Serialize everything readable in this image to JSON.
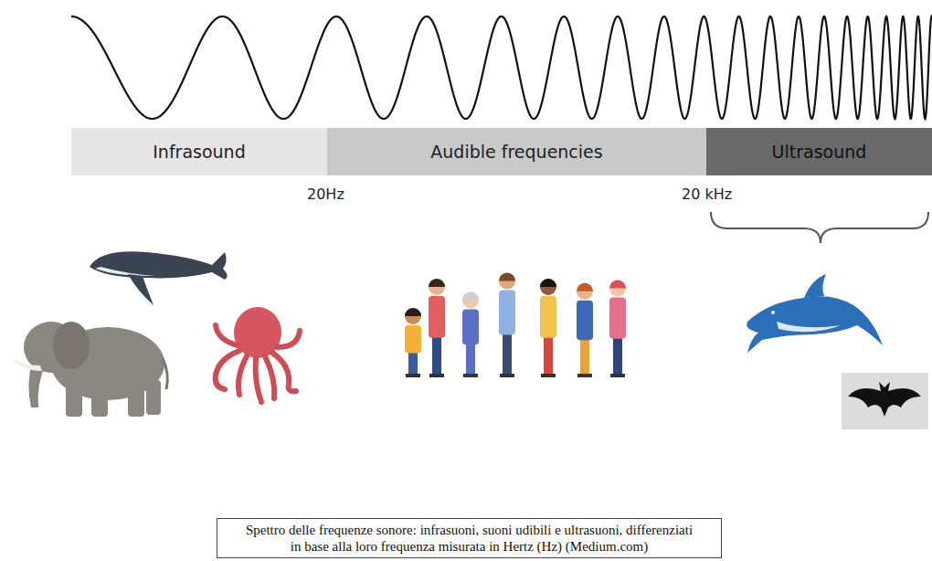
{
  "diagram": {
    "nodes": [
      {
        "text": [
          "Infrasound"
        ]
      },
      {
        "text": [
          "Audible frequencies"
        ]
      },
      {
        "text": [
          "Ultrasound"
        ]
      }
    ],
    "labels": [
      "20Hz",
      "20 kHz"
    ],
    "caption": "Spettro delle frequenze sonore: infrasuoni, suoni udibili e ultrasuoni, differenziati in base alla loro frequenza misurata in Hertz (Hz) (Medium.com)"
  }
}
